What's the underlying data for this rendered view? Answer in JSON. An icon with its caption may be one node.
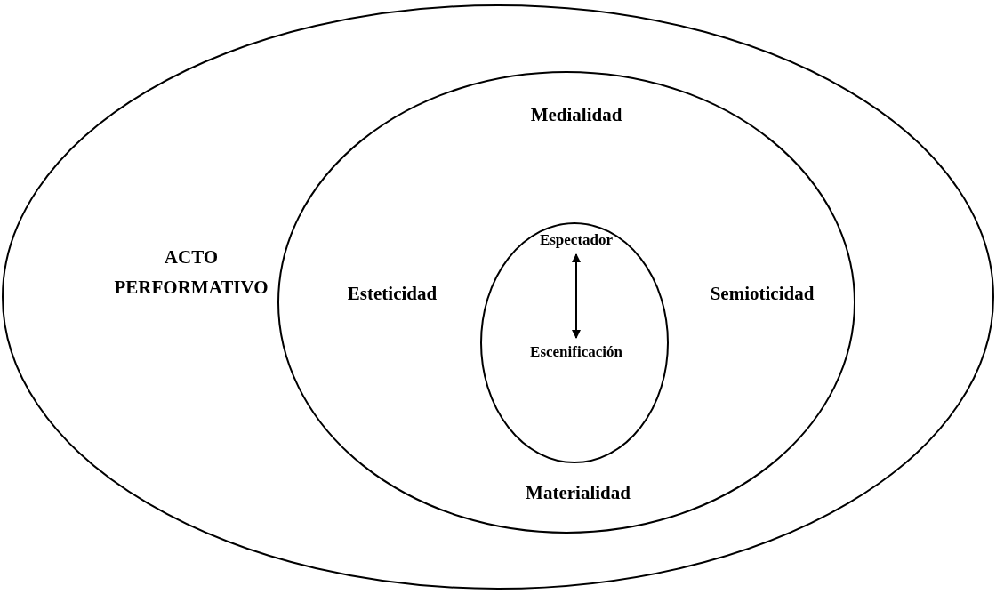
{
  "diagram": {
    "nodes": [
      {
        "text": [
          "ACTO PERFORMATIVO"
        ]
      },
      {
        "text": [
          "Medialidad",
          "Esteticidad",
          "Semioticidad",
          "Materialidad"
        ],
        "in": 0
      },
      {
        "text": [],
        "shape": "ellipse",
        "in": 1
      },
      {
        "text": [
          "Espectador"
        ],
        "in": 2
      },
      {
        "text": [
          "Escenificación"
        ],
        "in": 2
      }
    ],
    "edges": [
      {
        "from": 3,
        "to": 4,
        "arrow": "both"
      }
    ]
  }
}
